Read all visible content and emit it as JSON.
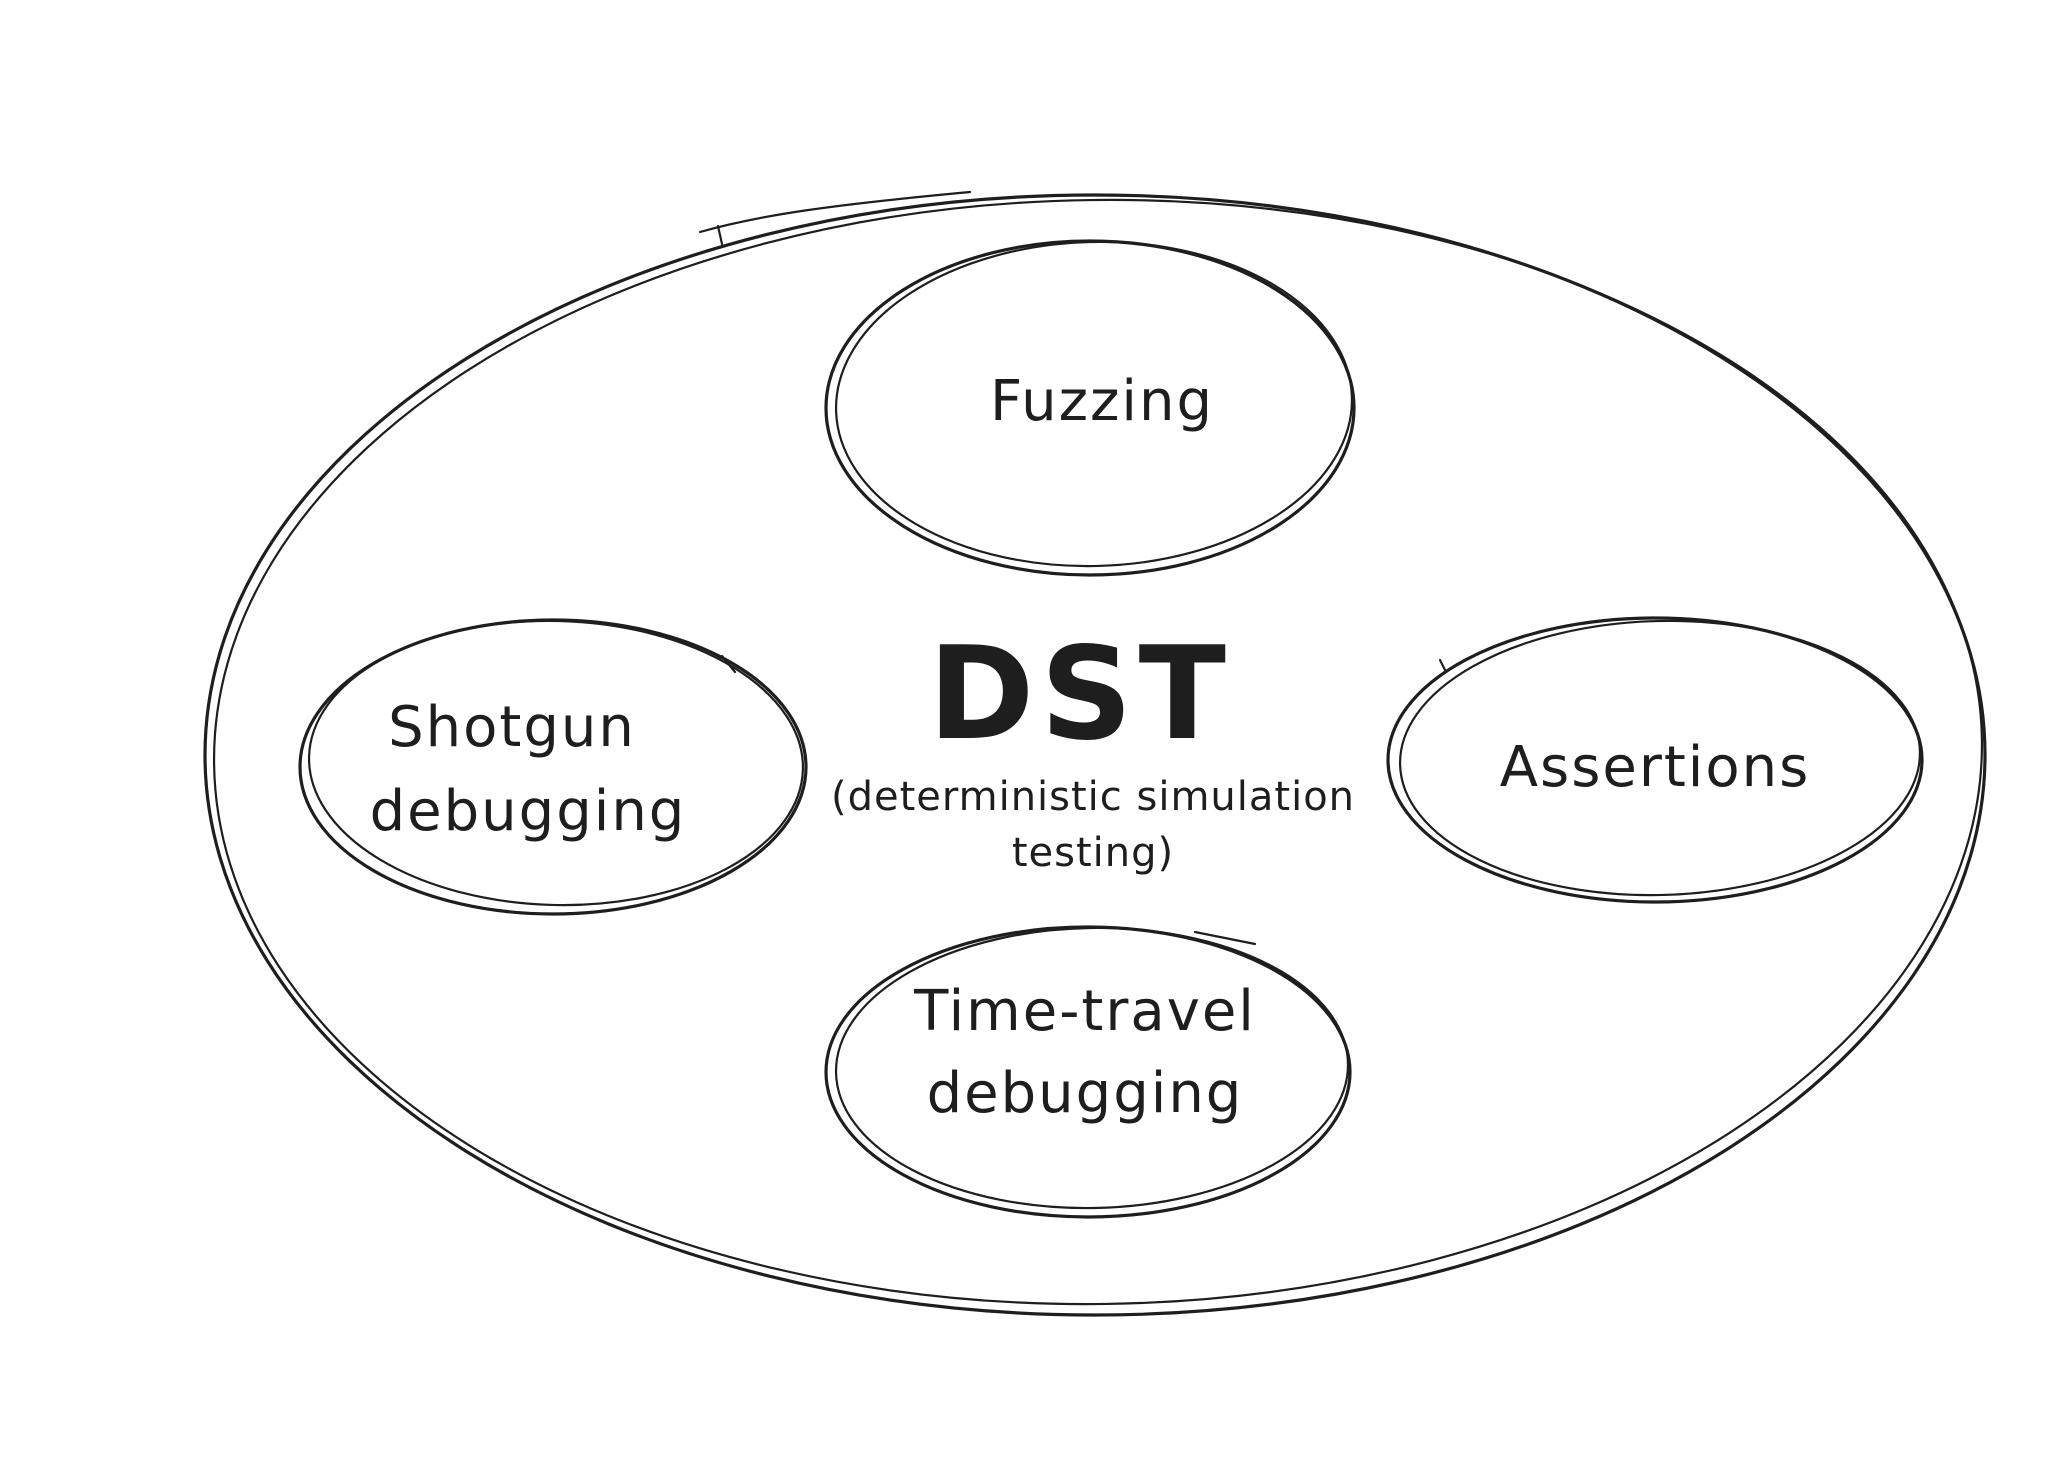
{
  "diagram": {
    "center": {
      "title": "DST",
      "subtitle_line1": "(deterministic simulation",
      "subtitle_line2": "testing)"
    },
    "nodes": [
      {
        "id": "fuzzing",
        "lines": [
          "Fuzzing"
        ]
      },
      {
        "id": "shotgun-debugging",
        "lines": [
          "Shotgun",
          "debugging"
        ]
      },
      {
        "id": "assertions",
        "lines": [
          "Assertions"
        ]
      },
      {
        "id": "time-travel-debugging",
        "lines": [
          "Time-travel",
          "debugging"
        ]
      }
    ]
  },
  "colors": {
    "ink": "#1e1e1e",
    "background": "#ffffff"
  }
}
